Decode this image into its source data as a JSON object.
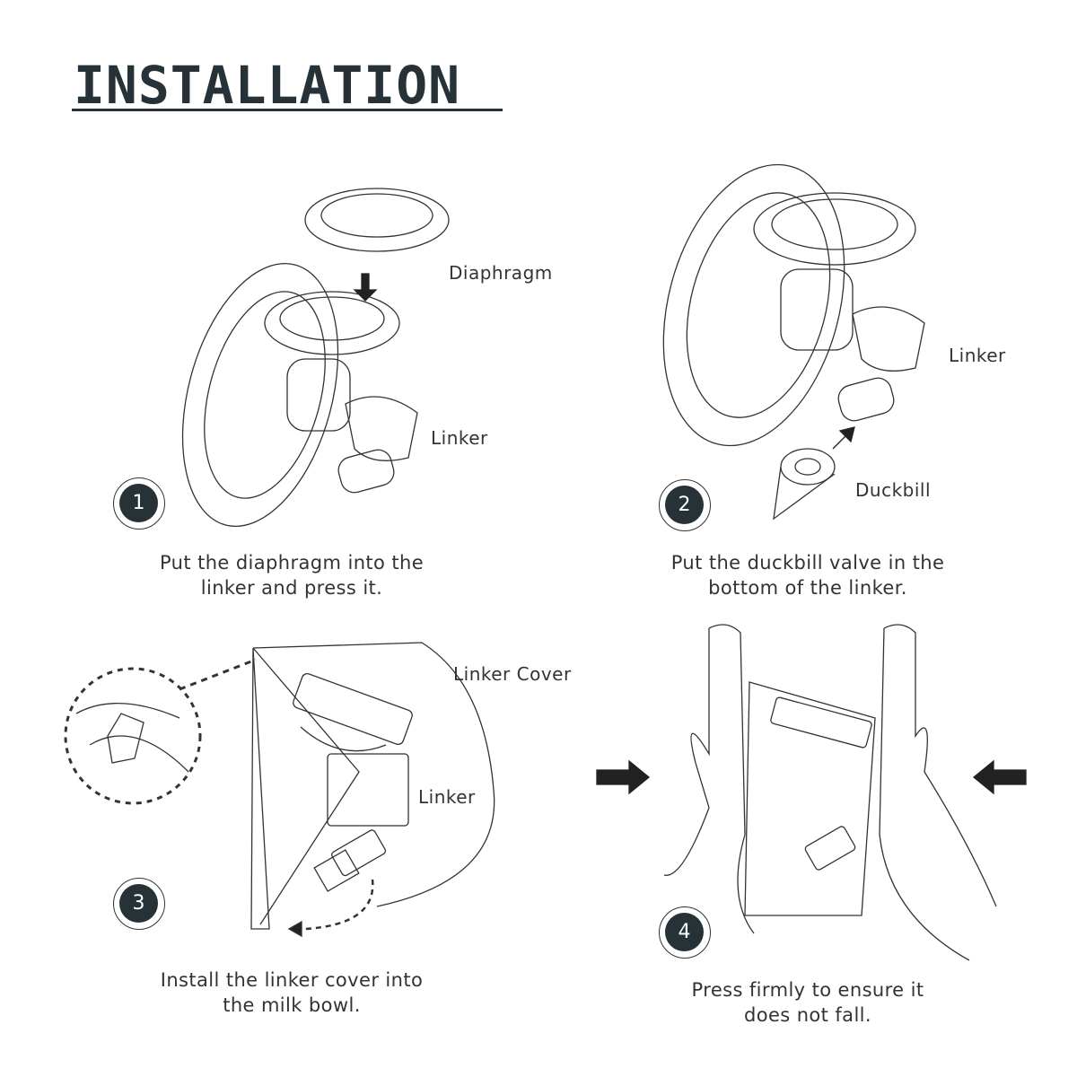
{
  "title": "INSTALLATION",
  "colors": {
    "accent": "#263238",
    "line": "#333333"
  },
  "steps": [
    {
      "number": "1",
      "labels": [
        "Diaphragm",
        "Linker"
      ],
      "caption_line1": "Put the diaphragm into the",
      "caption_line2": "linker and press it."
    },
    {
      "number": "2",
      "labels": [
        "Linker",
        "Duckbill"
      ],
      "caption_line1": "Put the duckbill valve in the",
      "caption_line2": "bottom of the linker."
    },
    {
      "number": "3",
      "labels": [
        "Linker Cover",
        "Linker"
      ],
      "caption_line1": "Install the linker cover into",
      "caption_line2": "the milk bowl."
    },
    {
      "number": "4",
      "labels": [],
      "caption_line1": "Press firmly to ensure it",
      "caption_line2": "does not fall."
    }
  ]
}
